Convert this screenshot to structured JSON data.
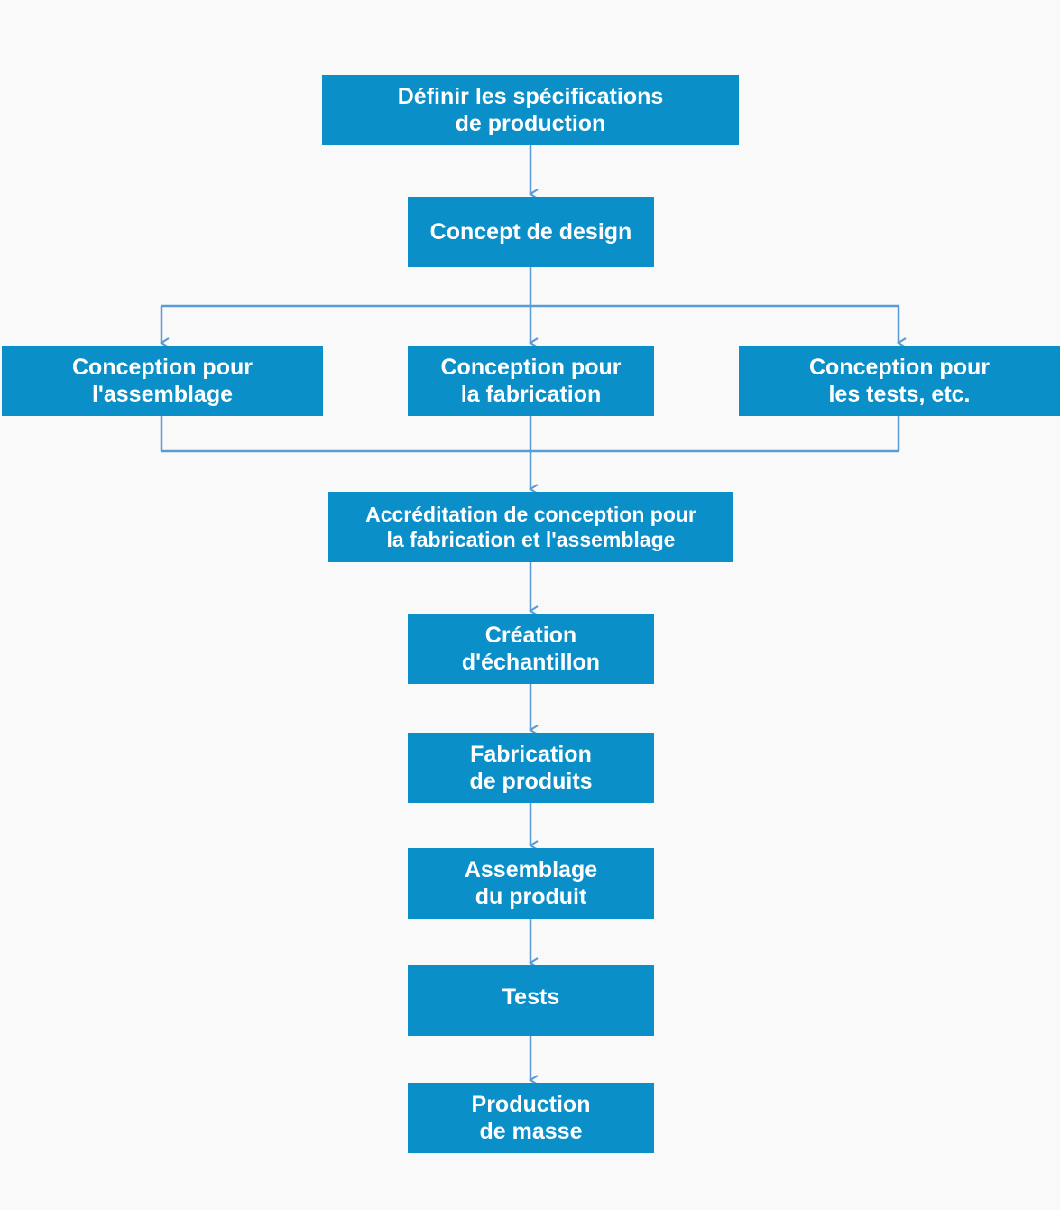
{
  "colors": {
    "background": "#f9f9fa",
    "box_fill": "#0b8fc9",
    "box_text": "#ffffff",
    "connector": "#5b9bd5"
  },
  "nodes": {
    "define_specs": {
      "line1": "Définir les spécifications",
      "line2": "de production"
    },
    "design_concept": {
      "line1": "Concept de design"
    },
    "design_assembly": {
      "line1": "Conception pour",
      "line2": "l'assemblage"
    },
    "design_manufacturing": {
      "line1": "Conception pour",
      "line2": "la fabrication"
    },
    "design_tests": {
      "line1": "Conception pour",
      "line2": "les tests, etc."
    },
    "accreditation": {
      "line1": "Accréditation de conception pour",
      "line2": "la fabrication et l'assemblage"
    },
    "sample_creation": {
      "line1": "Création",
      "line2": "d'échantillon"
    },
    "product_manufacturing": {
      "line1": "Fabrication",
      "line2": "de produits"
    },
    "product_assembly": {
      "line1": "Assemblage",
      "line2": "du produit"
    },
    "tests": {
      "line1": "Tests"
    },
    "mass_production": {
      "line1": "Production",
      "line2": "de masse"
    }
  },
  "edges": [
    {
      "from": "define_specs",
      "to": "design_concept"
    },
    {
      "from": "design_concept",
      "to": "design_assembly"
    },
    {
      "from": "design_concept",
      "to": "design_manufacturing"
    },
    {
      "from": "design_concept",
      "to": "design_tests"
    },
    {
      "from": "design_assembly",
      "to": "accreditation"
    },
    {
      "from": "design_manufacturing",
      "to": "accreditation"
    },
    {
      "from": "design_tests",
      "to": "accreditation"
    },
    {
      "from": "accreditation",
      "to": "sample_creation"
    },
    {
      "from": "sample_creation",
      "to": "product_manufacturing"
    },
    {
      "from": "product_manufacturing",
      "to": "product_assembly"
    },
    {
      "from": "product_assembly",
      "to": "tests"
    },
    {
      "from": "tests",
      "to": "mass_production"
    }
  ]
}
